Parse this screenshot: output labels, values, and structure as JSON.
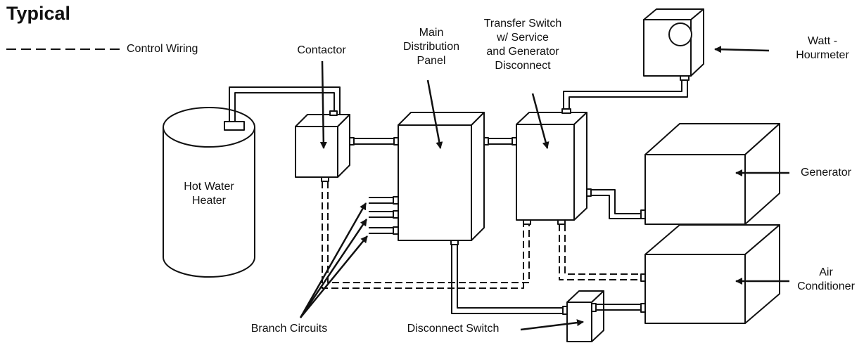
{
  "title": "Typical",
  "legend": {
    "label": "Control Wiring"
  },
  "labels": {
    "hot_water_heater": [
      "Hot Water",
      "Heater"
    ],
    "contactor": "Contactor",
    "main_panel": [
      "Main",
      "Distribution",
      "Panel"
    ],
    "transfer_switch": [
      "Transfer Switch",
      "w/ Service",
      "and Generator",
      "Disconnect"
    ],
    "watt_hourmeter": [
      "Watt -",
      "Hourmeter"
    ],
    "generator": "Generator",
    "air_conditioner": [
      "Air",
      "Conditioner"
    ],
    "branch_circuits": "Branch Circuits",
    "disconnect_switch": "Disconnect Switch"
  },
  "colors": {
    "line": "#111111",
    "background": "#ffffff"
  }
}
